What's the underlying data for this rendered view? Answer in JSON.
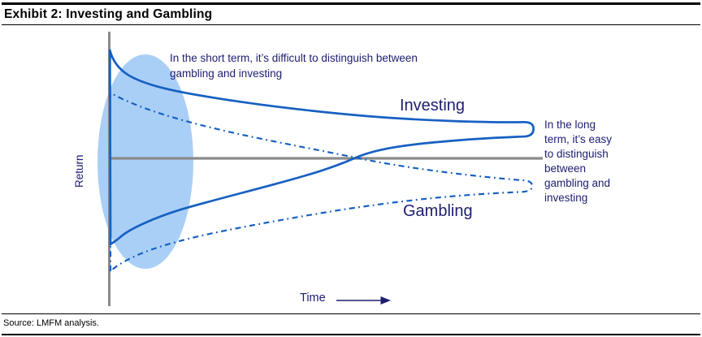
{
  "header": {
    "title": "Exhibit 2: Investing and Gambling"
  },
  "footer": {
    "source": "Source: LMFM analysis."
  },
  "chart": {
    "y_axis_label": "Return",
    "x_axis_label": "Time",
    "investing_label": "Investing",
    "gambling_label": "Gambling",
    "annotation_short_term": "In the short term, it’s difficult to distinguish between gambling and investing",
    "annotation_long_term": "In the long term, it’s easy to distinguish between gambling and investing"
  },
  "colors": {
    "curve_blue": "#1760C2",
    "highlight_ellipse": "#A9CFF7",
    "axis_gray": "#8A8A8A",
    "text_navy": "#1D1D70",
    "title_black": "#000000"
  },
  "chart_data": {
    "type": "line",
    "title": "Exhibit 2: Investing and Gambling",
    "xlabel": "Time",
    "ylabel": "Return",
    "axis_ticks": "none (conceptual chart, no numeric scale)",
    "units": "normalized: time 0-100 left to right; return 0 = gray break-even line, +115 = top of axis, -135 = bottom of axis",
    "grid": false,
    "legend_position": "labels drawn inline next to curves",
    "zero_line": {
      "y": 0,
      "color": "#8A8A8A",
      "extends_to_x": 100
    },
    "series": [
      {
        "name": "Investing",
        "line_style": "solid",
        "color": "#1760C2",
        "shape": "funnel of possible returns, wide at time 0, converging to a rounded closed tip above the zero line (positive long-term return)",
        "upper_bound": [
          [
            0,
            98
          ],
          [
            13,
            65
          ],
          [
            32,
            51
          ],
          [
            51,
            42
          ],
          [
            70,
            36
          ],
          [
            89,
            33
          ],
          [
            98,
            32
          ]
        ],
        "lower_bound": [
          [
            0,
            -79
          ],
          [
            13,
            -53
          ],
          [
            32,
            -32
          ],
          [
            51,
            -11
          ],
          [
            58,
            0
          ],
          [
            70,
            12
          ],
          [
            89,
            17
          ],
          [
            97,
            19
          ]
        ],
        "converges_to": 26
      },
      {
        "name": "Gambling",
        "line_style": "dash-dot",
        "color": "#1760C2",
        "shape": "funnel of possible returns, wide at time 0, converging to a rounded closed tip below the zero line (negative long-term return)",
        "upper_bound": [
          [
            0,
            59
          ],
          [
            13,
            39
          ],
          [
            32,
            21
          ],
          [
            51,
            6
          ],
          [
            58,
            0
          ],
          [
            70,
            -8
          ],
          [
            89,
            -18
          ],
          [
            97,
            -21
          ]
        ],
        "lower_bound": [
          [
            0,
            -104
          ],
          [
            13,
            -79
          ],
          [
            32,
            -62
          ],
          [
            51,
            -50
          ],
          [
            70,
            -39
          ],
          [
            89,
            -33
          ],
          [
            96,
            -31
          ]
        ],
        "converges_to": -26
      }
    ],
    "annotations": [
      {
        "text": "In the short term, it’s difficult to distinguish between gambling and investing",
        "position": "top, near time 0"
      },
      {
        "text": "In the long term, it’s easy to distinguish between gambling and investing",
        "position": "right of both funnel tips"
      }
    ],
    "highlight": {
      "shape": "ellipse",
      "color": "#A9CFF7",
      "meaning": "short-term region where investing and gambling outcome ranges overlap",
      "x_range": [
        0,
        20
      ]
    }
  }
}
